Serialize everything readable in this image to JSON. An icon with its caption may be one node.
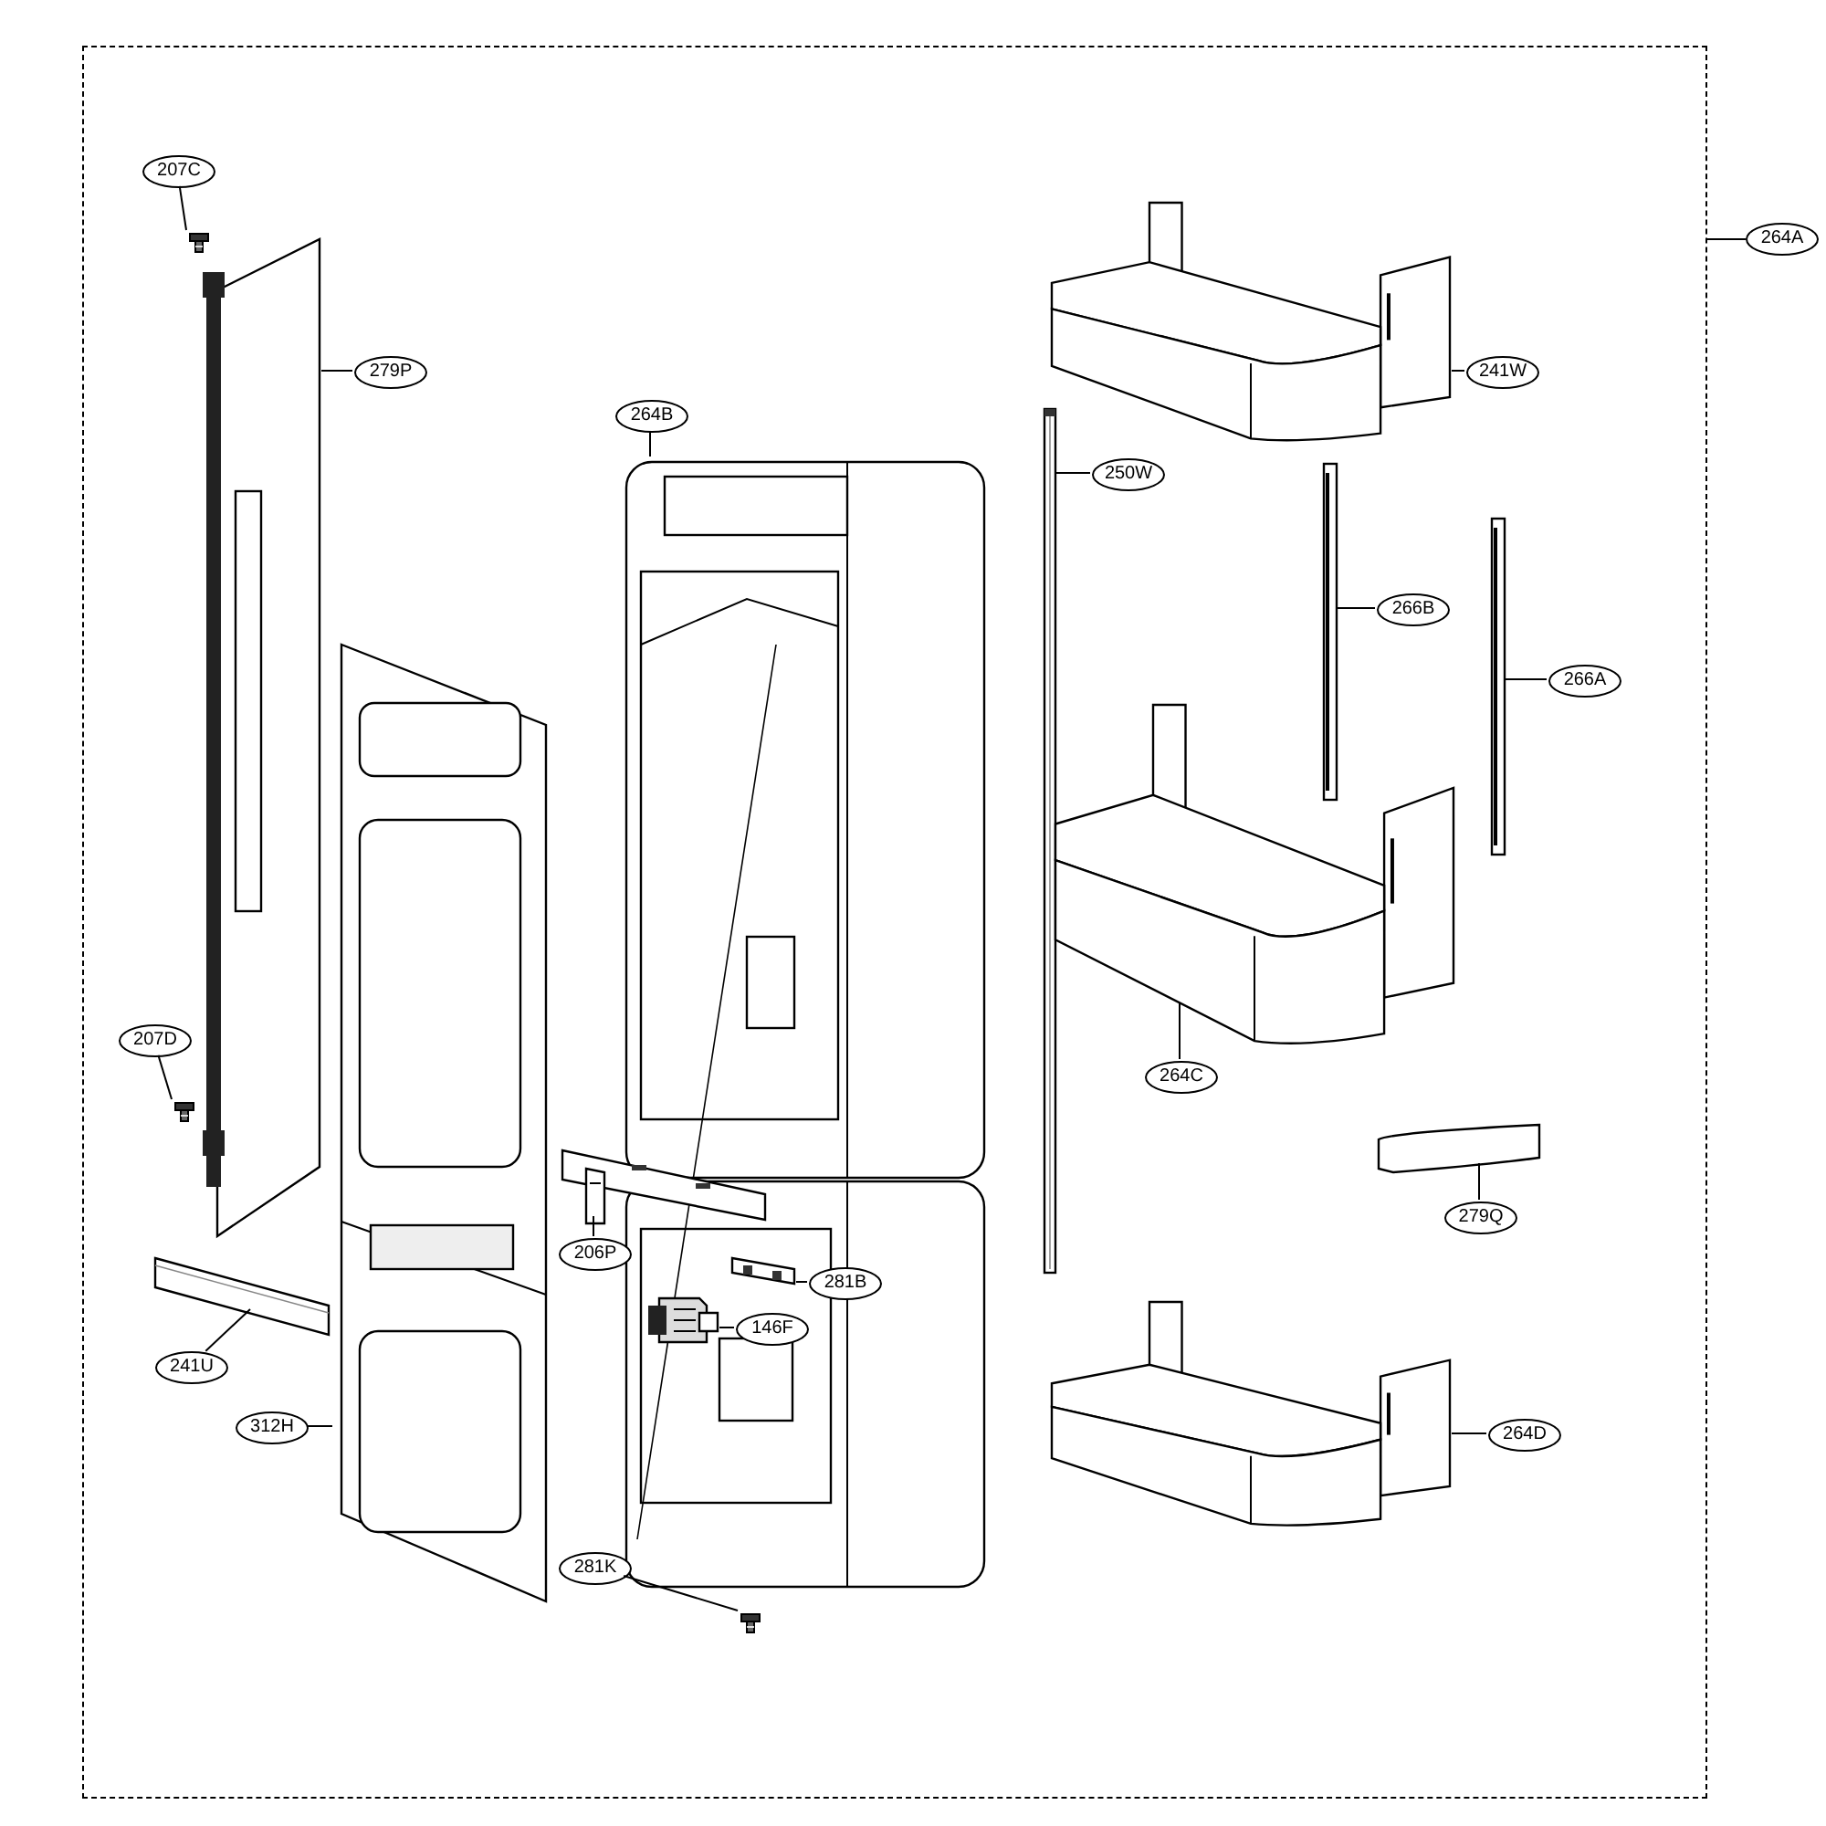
{
  "diagram": {
    "nodes": [
      {
        "text": [],
        "shape": "box"
      },
      {
        "text": [
          "264A"
        ]
      },
      {
        "text": [
          "207C"
        ],
        "in": 0
      },
      {
        "text": [],
        "shape": "picture",
        "in": 0
      },
      {
        "text": [
          "279P"
        ],
        "in": 0
      },
      {
        "text": [],
        "shape": "picture",
        "in": 0
      },
      {
        "text": [
          "264B"
        ],
        "in": 0
      },
      {
        "text": [],
        "shape": "picture",
        "in": 0
      },
      {
        "text": [
          "250W"
        ],
        "in": 0
      },
      {
        "text": [],
        "shape": "picture",
        "in": 0
      },
      {
        "text": [
          "241W"
        ],
        "in": 0
      },
      {
        "text": [],
        "shape": "picture",
        "in": 0
      },
      {
        "text": [
          "266B"
        ],
        "in": 0
      },
      {
        "text": [],
        "shape": "picture",
        "in": 0
      },
      {
        "text": [
          "266A"
        ],
        "in": 0
      },
      {
        "text": [],
        "shape": "picture",
        "in": 0
      },
      {
        "text": [
          "207D"
        ],
        "in": 0
      },
      {
        "text": [],
        "shape": "picture",
        "in": 0
      },
      {
        "text": [
          "264C"
        ],
        "in": 0
      },
      {
        "text": [],
        "shape": "picture",
        "in": 0
      },
      {
        "text": [
          "279Q"
        ],
        "in": 0
      },
      {
        "text": [],
        "shape": "picture",
        "in": 0
      },
      {
        "text": [
          "206P"
        ],
        "in": 0
      },
      {
        "text": [],
        "shape": "picture",
        "in": 0
      },
      {
        "text": [
          "281B"
        ],
        "in": 0
      },
      {
        "text": [],
        "shape": "picture",
        "in": 0
      },
      {
        "text": [
          "146F"
        ],
        "in": 0
      },
      {
        "text": [],
        "shape": "picture",
        "in": 0
      },
      {
        "text": [
          "241U"
        ],
        "in": 0
      },
      {
        "text": [],
        "shape": "picture",
        "in": 0
      },
      {
        "text": [
          "312H"
        ],
        "in": 0
      },
      {
        "text": [],
        "shape": "picture",
        "in": 0
      },
      {
        "text": [
          "264D"
        ],
        "in": 0
      },
      {
        "text": [],
        "shape": "picture",
        "in": 0
      },
      {
        "text": [
          "281K"
        ],
        "in": 0
      },
      {
        "text": [],
        "shape": "picture",
        "in": 0
      }
    ],
    "edges": [
      {
        "from": 1,
        "to": 0,
        "arrow": "none"
      },
      {
        "from": 2,
        "to": 3,
        "arrow": "none"
      },
      {
        "from": 4,
        "to": 5,
        "arrow": "none"
      },
      {
        "from": 6,
        "to": 7,
        "arrow": "none"
      },
      {
        "from": 8,
        "to": 9,
        "arrow": "none"
      },
      {
        "from": 10,
        "to": 11,
        "arrow": "none"
      },
      {
        "from": 12,
        "to": 13,
        "arrow": "none"
      },
      {
        "from": 14,
        "to": 15,
        "arrow": "none"
      },
      {
        "from": 16,
        "to": 17,
        "arrow": "none"
      },
      {
        "from": 18,
        "to": 19,
        "arrow": "none"
      },
      {
        "from": 20,
        "to": 21,
        "arrow": "none"
      },
      {
        "from": 22,
        "to": 23,
        "arrow": "none"
      },
      {
        "from": 24,
        "to": 25,
        "arrow": "none"
      },
      {
        "from": 26,
        "to": 27,
        "arrow": "none"
      },
      {
        "from": 28,
        "to": 29,
        "arrow": "none"
      },
      {
        "from": 30,
        "to": 31,
        "arrow": "none"
      },
      {
        "from": 32,
        "to": 33,
        "arrow": "none"
      },
      {
        "from": 34,
        "to": 35,
        "arrow": "none"
      }
    ]
  }
}
